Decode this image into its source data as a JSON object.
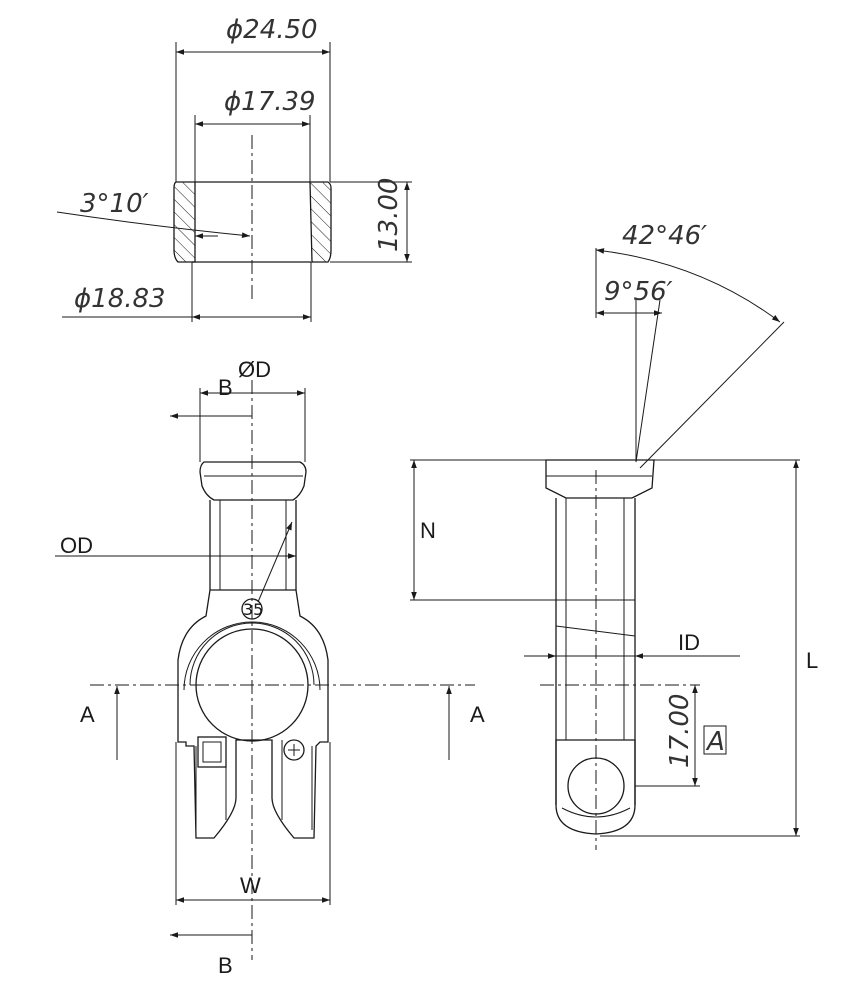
{
  "top_view": {
    "dim_outer_dia": "ϕ24.50",
    "dim_inner_dia": "ϕ17.39",
    "dim_taper_angle": "3°10′",
    "dim_height": "13.00",
    "dim_bottom_dia": "ϕ18.83"
  },
  "front_view": {
    "label_od_dia": "ØD",
    "label_b_top": "B",
    "label_od": "OD",
    "label_a_left": "A",
    "label_a_right": "A",
    "label_w": "W",
    "label_b_bottom": "B",
    "marker_35": "35"
  },
  "side_view": {
    "dim_angle_outer": "42°46′",
    "dim_angle_inner": "9°56′",
    "label_n": "N",
    "label_id": "ID",
    "label_l": "L",
    "dim_17": "17.00",
    "datum_a": "A"
  }
}
